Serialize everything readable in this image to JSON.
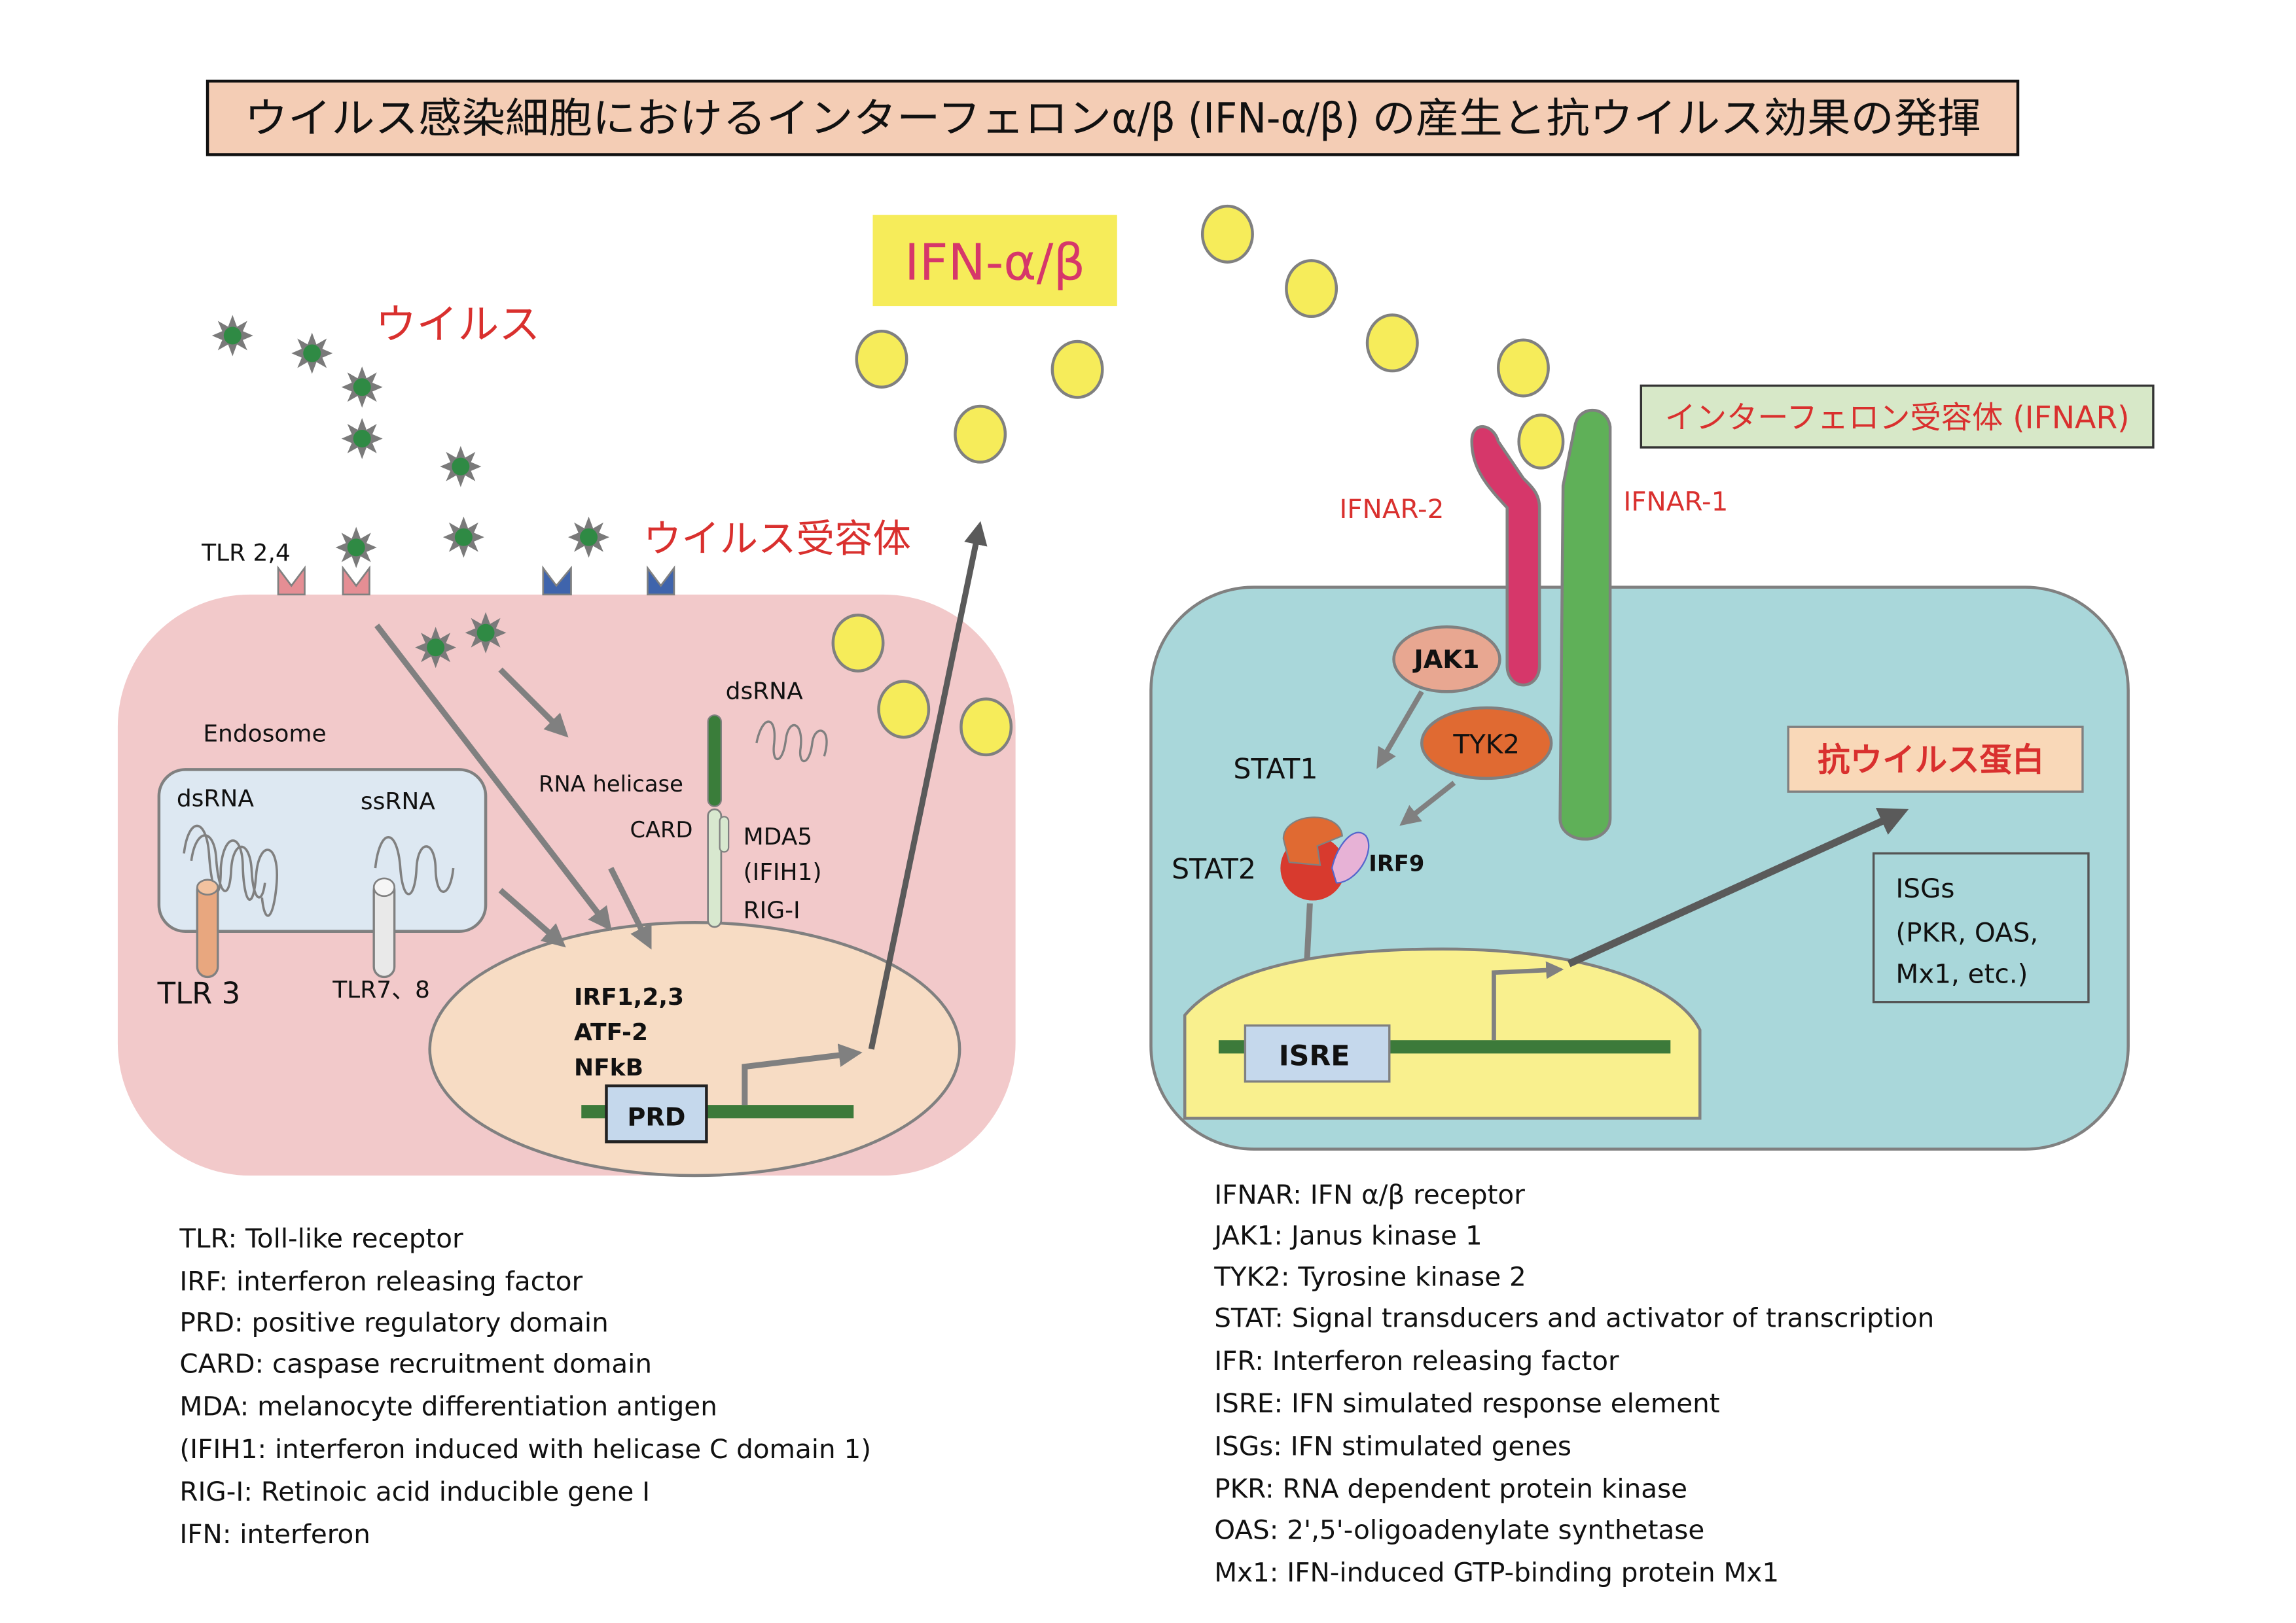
{
  "title": "ウイルス感染細胞におけるインターフェロンα/β (IFN-α/β) の産生と抗ウイルス効果の発揮",
  "colors": {
    "title_bg": "#f4cdb5",
    "infected_cell": "#f2c9ca",
    "endosome": "#dde8f2",
    "nucleus_left": "#f7dcc4",
    "target_cell": "#a9d7da",
    "nucleus_right": "#f9f08e",
    "ifn": "#f6ec5a",
    "virus_core": "#2f8a44",
    "virus_spikes": "#7a7a7a",
    "red_label": "#d9302e",
    "ifnar2": "#d6376a",
    "ifnar1": "#5fb058",
    "dna": "#3c7a3a",
    "box_blue": "#c5d8ec",
    "jak1": "#e8a791",
    "tyk2": "#e06a32",
    "stat2": "#d83a2e",
    "irf9": "#e7b2d6",
    "ifnar_label_bg": "#d7e8c8",
    "antiviral_bg": "#f9d8b8"
  },
  "labels": {
    "virus": "ウイルス",
    "virus_receptor": "ウイルス受容体",
    "ifn_box": "IFN-α/β",
    "tlr24": "TLR 2,4",
    "endosome": "Endosome",
    "endo_dsrna": "dsRNA",
    "endo_ssrna": "ssRNA",
    "tlr3": "TLR 3",
    "tlr78": "TLR7、8",
    "rna_helicase": "RNA helicase",
    "card": "CARD",
    "cyto_dsrna": "dsRNA",
    "mda5": "MDA5",
    "ifih1": "(IFIH1)",
    "rigi": "RIG-I",
    "irf123": "IRF1,2,3",
    "atf2": "ATF-2",
    "nfkb": "NFkB",
    "prd": "PRD",
    "ifnar_box": "インターフェロン受容体 (IFNAR)",
    "ifnar2": "IFNAR-2",
    "ifnar1": "IFNAR-1",
    "jak1": "JAK1",
    "tyk2": "TYK2",
    "stat1": "STAT1",
    "stat2": "STAT2",
    "irf9": "IRF9",
    "isre": "ISRE",
    "antiviral": "抗ウイルス蛋白",
    "isgs_1": "ISGs",
    "isgs_2": "(PKR, OAS,",
    "isgs_3": "Mx1, etc.)"
  },
  "legend_left": [
    "TLR: Toll-like receptor",
    "IRF: interferon releasing factor",
    "PRD: positive regulatory domain",
    "CARD: caspase recruitment domain",
    "MDA: melanocyte differentiation antigen",
    "(IFIH1: interferon induced with helicase C domain 1)",
    "RIG-I: Retinoic acid inducible gene I",
    "IFN: interferon"
  ],
  "legend_right": [
    "IFNAR: IFN α/β receptor",
    "JAK1: Janus kinase 1",
    "TYK2: Tyrosine kinase 2",
    "STAT: Signal transducers and activator of transcription",
    "IFR: Interferon releasing factor",
    "ISRE: IFN simulated response element",
    "ISGs: IFN stimulated genes",
    "PKR: RNA dependent protein kinase",
    "OAS: 2',5'-oligoadenylate synthetase",
    "Mx1: IFN-induced GTP-binding protein Mx1"
  ]
}
